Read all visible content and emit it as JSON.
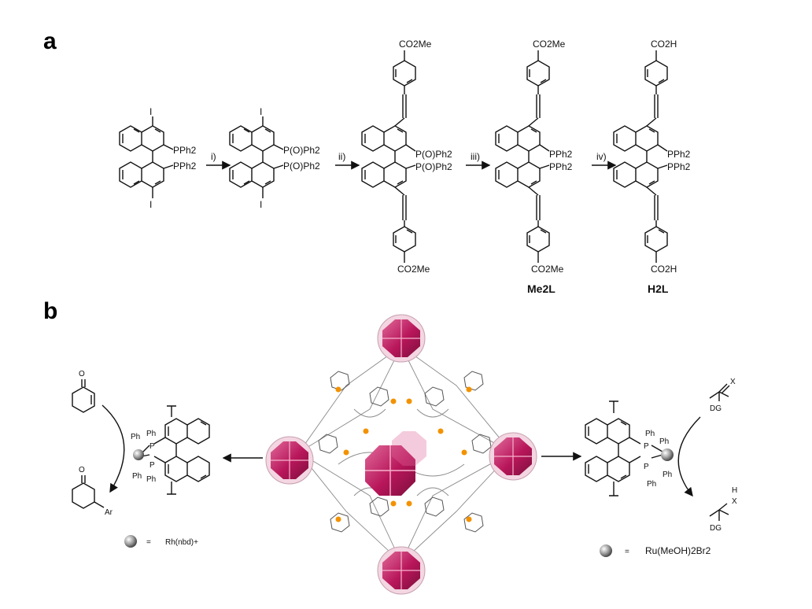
{
  "panels": {
    "a": {
      "letter": "a",
      "reagents": [
        "i)",
        "ii)",
        "iii)",
        "iv)"
      ],
      "compounds": {
        "c1": {
          "top": "I",
          "bottom": "I",
          "p1": "PPh2",
          "p2": "PPh2"
        },
        "c2": {
          "top": "I",
          "bottom": "I",
          "p1": "P(O)Ph2",
          "p2": "P(O)Ph2"
        },
        "c3": {
          "top": "CO2Me",
          "bottom": "CO2Me",
          "p1": "P(O)Ph2",
          "p2": "P(O)Ph2"
        },
        "c4": {
          "top": "CO2Me",
          "bottom": "CO2Me",
          "p1": "PPh2",
          "p2": "PPh2",
          "name": "Me2L"
        },
        "c5": {
          "top": "CO2H",
          "bottom": "CO2H",
          "p1": "PPh2",
          "p2": "PPh2",
          "name": "H2L"
        }
      }
    },
    "b": {
      "letter": "b",
      "left": {
        "ph_labels": [
          "Ph",
          "Ph",
          "Ph",
          "Ph"
        ],
        "p_labels": [
          "P",
          "P"
        ],
        "substrate_atom": "O",
        "product_atom": "O",
        "product_group": "Ar",
        "legend_eq": "=",
        "legend_metal": "Rh(nbd)+"
      },
      "right": {
        "ph_labels": [
          "Ph",
          "Ph",
          "Ph",
          "Ph"
        ],
        "p_labels": [
          "P",
          "P"
        ],
        "substrate_x": "X",
        "substrate_dg": "DG",
        "product_h": "H",
        "product_x": "X",
        "product_dg": "DG",
        "legend_eq": "=",
        "legend_metal": "Ru(MeOH)2Br2"
      },
      "colors": {
        "node": "#c2185b",
        "node_light": "#e8779f",
        "phosphorus": "#f39200",
        "framework": "#8a8a8a"
      }
    }
  }
}
